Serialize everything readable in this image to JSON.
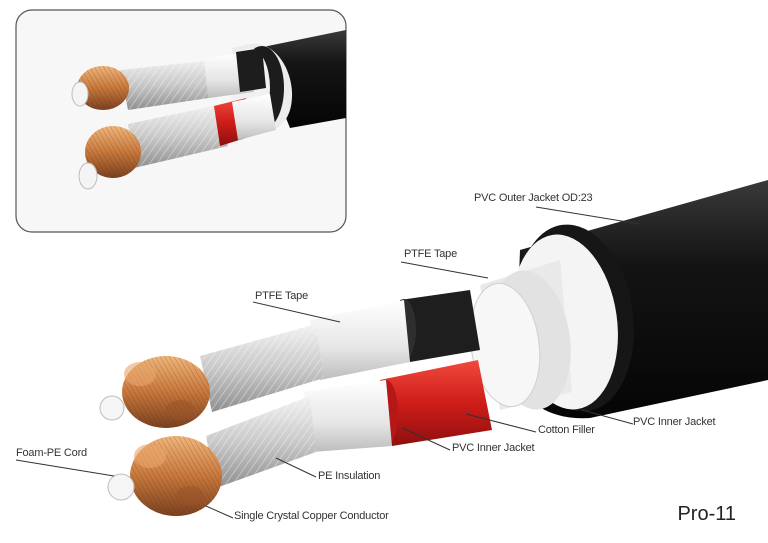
{
  "callouts": {
    "pvc_outer_jacket": "PVC Outer Jacket OD:23",
    "ptfe_tape_outer": "PTFE Tape",
    "ptfe_tape_inner": "PTFE Tape",
    "cotton_filler": "Cotton Filler",
    "pvc_inner_jacket_outer": "PVC Inner Jacket",
    "pvc_inner_jacket_core": "PVC Inner Jacket",
    "foam_pe_cord": "Foam-PE Cord",
    "pe_insulation": "PE Insulation",
    "single_crystal_copper": "Single Crystal Copper Conductor"
  },
  "model_name": "Pro-11",
  "colors": {
    "jacket": "#1a1a1a",
    "copper": "#c7783c",
    "red_jacket": "#d1211f",
    "insulation": "#e8e8e8",
    "tape": "#f4f4f4"
  }
}
